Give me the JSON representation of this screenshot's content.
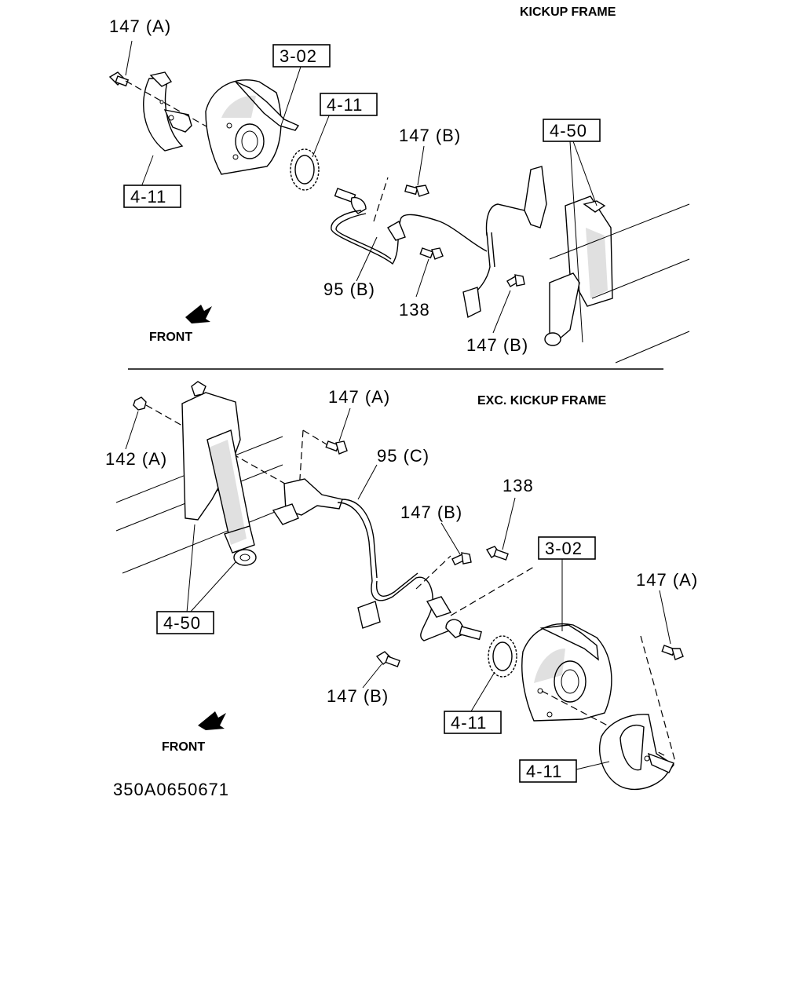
{
  "sections": {
    "top": {
      "caption": "KICKUP FRAME"
    },
    "bottom": {
      "caption": "EXC. KICKUP FRAME"
    }
  },
  "callouts": {
    "top_147a": "147 (A)",
    "top_302": "3-02",
    "top_411_gear": "4-11",
    "top_411_shield": "4-11",
    "top_147b_upper": "147 (B)",
    "top_450": "4-50",
    "top_95b": "95 (B)",
    "top_138": "138",
    "top_147b_lower": "147 (B)",
    "bot_147a": "147 (A)",
    "bot_142a": "142 (A)",
    "bot_95c": "95 (C)",
    "bot_138": "138",
    "bot_147b_upper": "147 (B)",
    "bot_302": "3-02",
    "bot_147a_right": "147 (A)",
    "bot_450": "4-50",
    "bot_147b_lower": "147 (B)",
    "bot_411_gear": "4-11",
    "bot_411_shield": "4-11"
  },
  "front_labels": {
    "top": "FRONT",
    "bottom": "FRONT"
  },
  "drawing_id": "350A0650671",
  "icons": [
    "front-arrow-icon",
    "bolt-icon",
    "nut-icon",
    "gear-icon"
  ]
}
